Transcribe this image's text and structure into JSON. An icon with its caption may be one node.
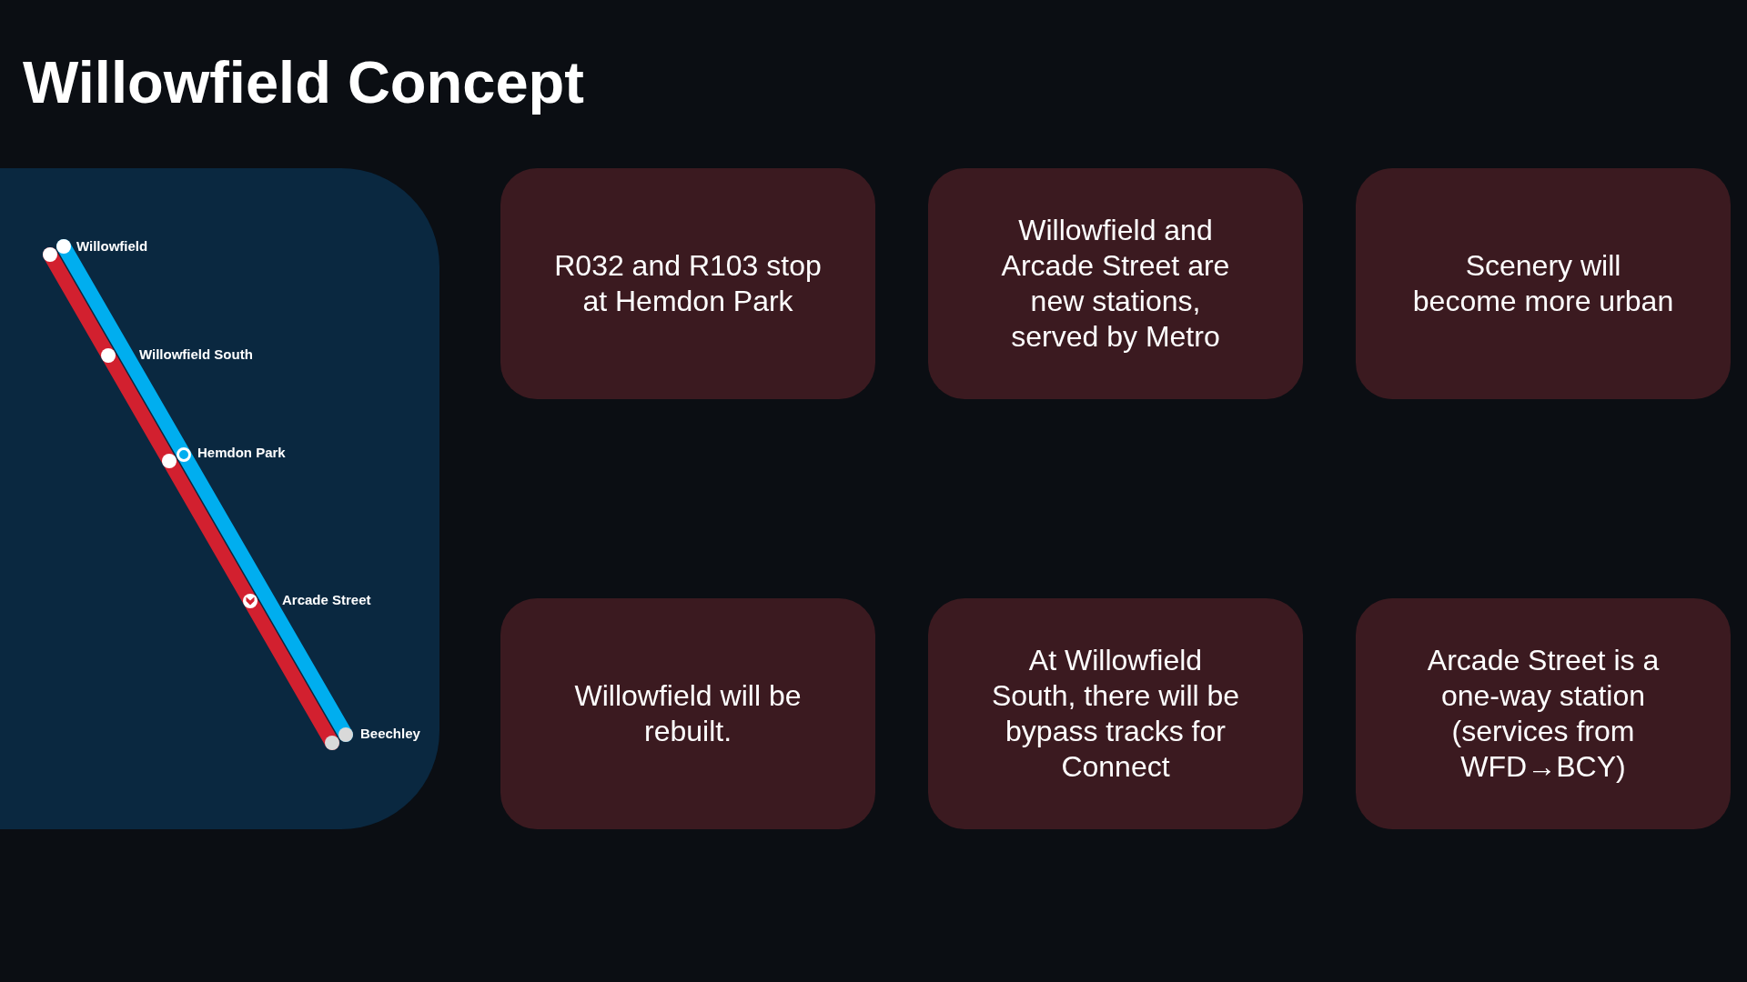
{
  "diagram": {
    "title": "Willowfield Concept",
    "nodes": [
      {
        "text": [
          "Willowfield",
          "Willowfield South",
          "Hemdon Park",
          "Arcade Street",
          "Beechley"
        ]
      },
      {
        "text": [
          "R032 and R103 stop at Hemdon Park"
        ]
      },
      {
        "text": [
          "Willowfield and Arcade Street are new stations, served by Metro"
        ]
      },
      {
        "text": [
          "Scenery will become more urban"
        ]
      },
      {
        "text": [
          "Willowfield will be rebuilt."
        ]
      },
      {
        "text": [
          "At Willowfield South, there will be bypass tracks for Connect"
        ]
      },
      {
        "text": [
          "Arcade Street is a one-way station (services from WFD→BCY)"
        ]
      }
    ]
  }
}
